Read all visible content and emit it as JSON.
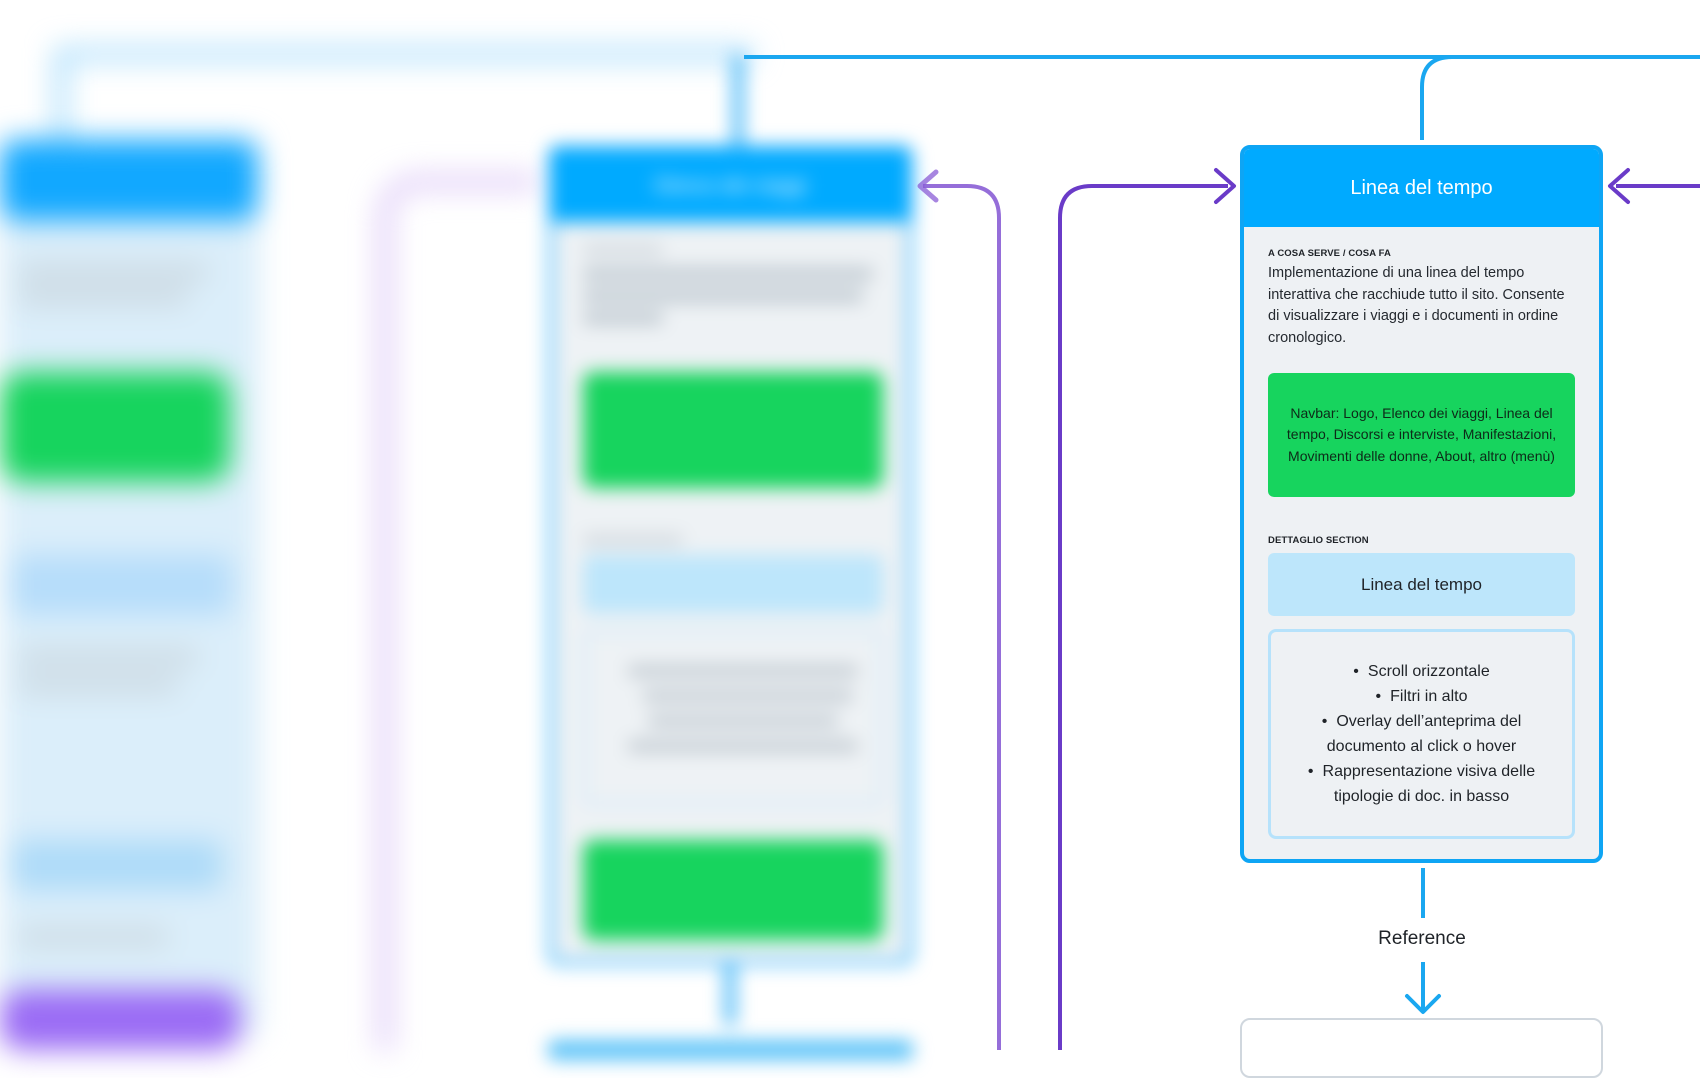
{
  "main_card": {
    "title": "Linea del tempo",
    "purpose_label": "A COSA SERVE / COSA FA",
    "description": "Implementazione di una linea del tempo interattiva che racchiude tutto il sito. Consente di visualizzare i viaggi e i documenti in ordine cronologico.",
    "navbar_text": "Navbar: Logo, Elenco dei viaggi, Linea del tempo, Discorsi e interviste, Manifestazioni, Movimenti delle donne, About, altro (menù)",
    "detail_label": "DETTAGLIO SECTION",
    "section_title": "Linea del tempo",
    "features": [
      "Scroll orizzontale",
      "Filtri in alto",
      "Overlay dell’anteprima del documento al click o hover",
      "Rappresentazione visiva delle tipologie di doc. in basso"
    ]
  },
  "reference_label": "Reference",
  "colors": {
    "accent_blue": "#00aaff",
    "card_border": "#0ea5f4",
    "connector_blue": "#1aa7f0",
    "connector_purple": "#6a3bc8",
    "green": "#17d45e",
    "light_blue": "#bde6fb"
  },
  "icons": {
    "arrow_in_left": "arrow-right-icon",
    "arrow_in_right": "arrow-left-icon",
    "arrow_down": "arrow-down-icon"
  }
}
